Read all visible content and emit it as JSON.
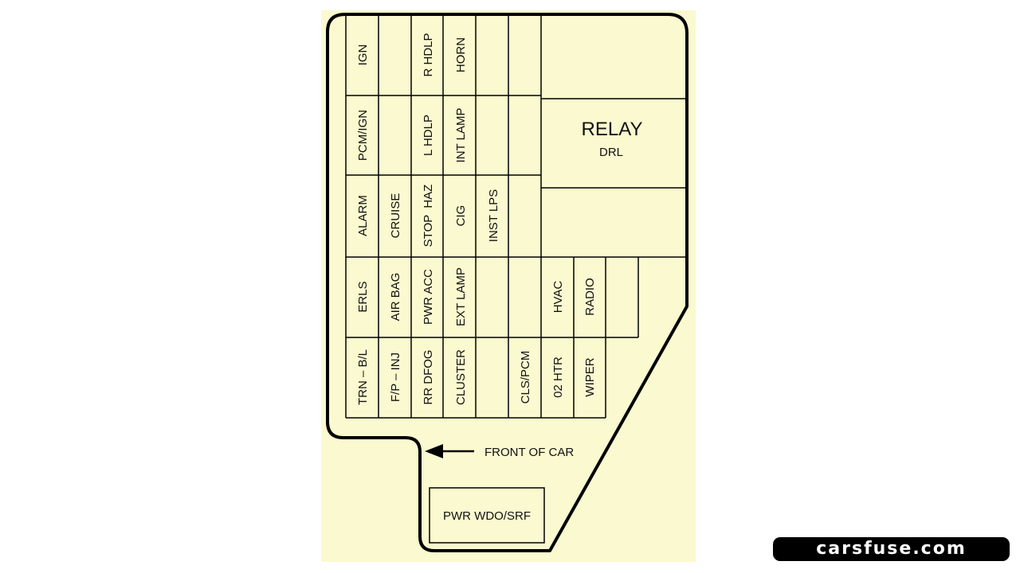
{
  "relay": {
    "title": "RELAY",
    "subtitle": "DRL"
  },
  "arrow_label": "FRONT OF CAR",
  "bottom_box": "PWR WDO/SRF",
  "fuses": {
    "c1": [
      "IGN",
      "PCM/IGN",
      "ALARM",
      "ERLS",
      "TRN – B/L"
    ],
    "c2": [
      "CRUISE",
      "AIR BAG",
      "F/P – INJ"
    ],
    "c3": [
      "R HDLP",
      "L HDLP",
      "STOP  HAZ",
      "PWR ACC",
      "RR DFOG"
    ],
    "c4": [
      "HORN",
      "INT LAMP",
      "CIG",
      "EXT LAMP",
      "CLUSTER"
    ],
    "c5": [
      "INST LPS"
    ],
    "c6": [
      "CLS/PCM"
    ],
    "c7": [
      "HVAC",
      "02 HTR"
    ],
    "c8": [
      "RADIO",
      "WIPER"
    ]
  },
  "watermark": "carsfuse.com"
}
